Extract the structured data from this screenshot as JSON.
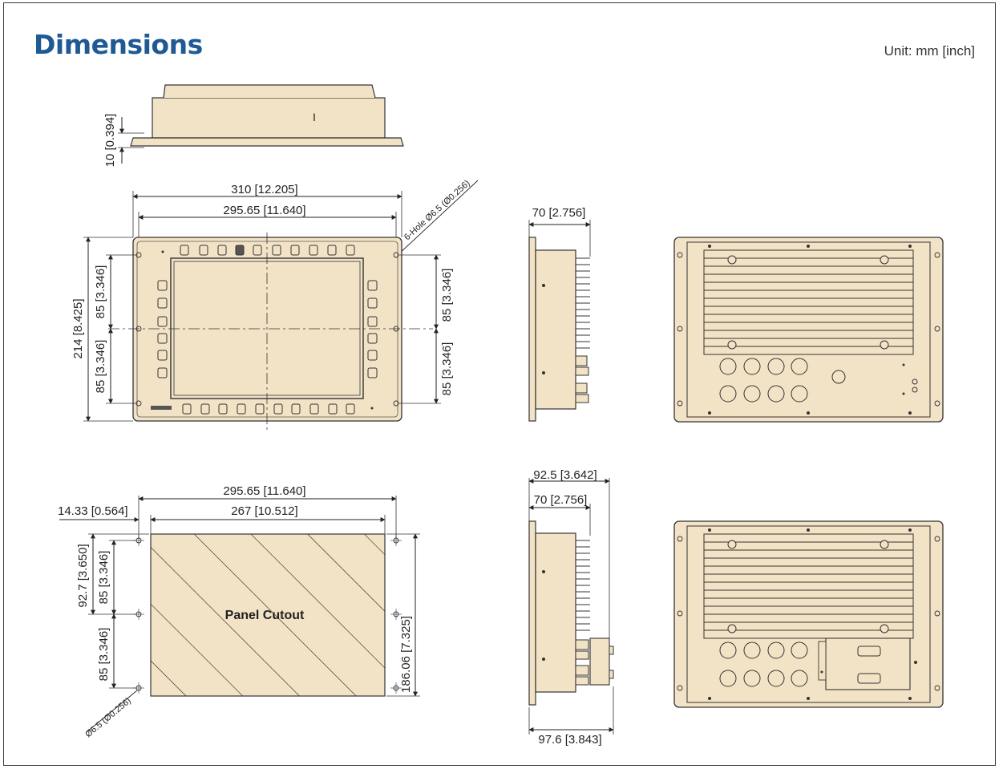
{
  "title": "Dimensions",
  "unit": "Unit: mm [inch]",
  "colors": {
    "title": "#1f5a95",
    "body": "#f3e3c6",
    "outline": "#333333"
  },
  "top_view": {
    "depth": "10 [0.394]",
    "marker": "I"
  },
  "front_view": {
    "overall_width": "310 [12.205]",
    "hole_width": "295.65 [11.640]",
    "hole_note": "6-Hole Ø6.5 (Ø0.256)",
    "overall_height": "214 [8.425]",
    "hole_spacing_left_top": "85 [3.346]",
    "hole_spacing_left_bottom": "85 [3.346]",
    "hole_spacing_right_top": "85 [3.346]",
    "hole_spacing_right_bottom": "85 [3.346]"
  },
  "side_view_1": {
    "depth": "70 [2.756]"
  },
  "side_view_2": {
    "depth_outer": "92.5 [3.642]",
    "depth_inner": "70 [2.756]",
    "depth_bottom": "97.6 [3.843]"
  },
  "cutout": {
    "label": "Panel Cutout",
    "hole_width": "295.65 [11.640]",
    "cutout_width": "267 [10.512]",
    "offset": "14.33 [0.564]",
    "cutout_half_height": "92.7 [3.650]",
    "hole_spacing_top": "85 [3.346]",
    "hole_spacing_bottom": "85 [3.346]",
    "cutout_height": "186.06 [7.325]",
    "hole_note": "Ø6.5 (Ø0.256)"
  }
}
